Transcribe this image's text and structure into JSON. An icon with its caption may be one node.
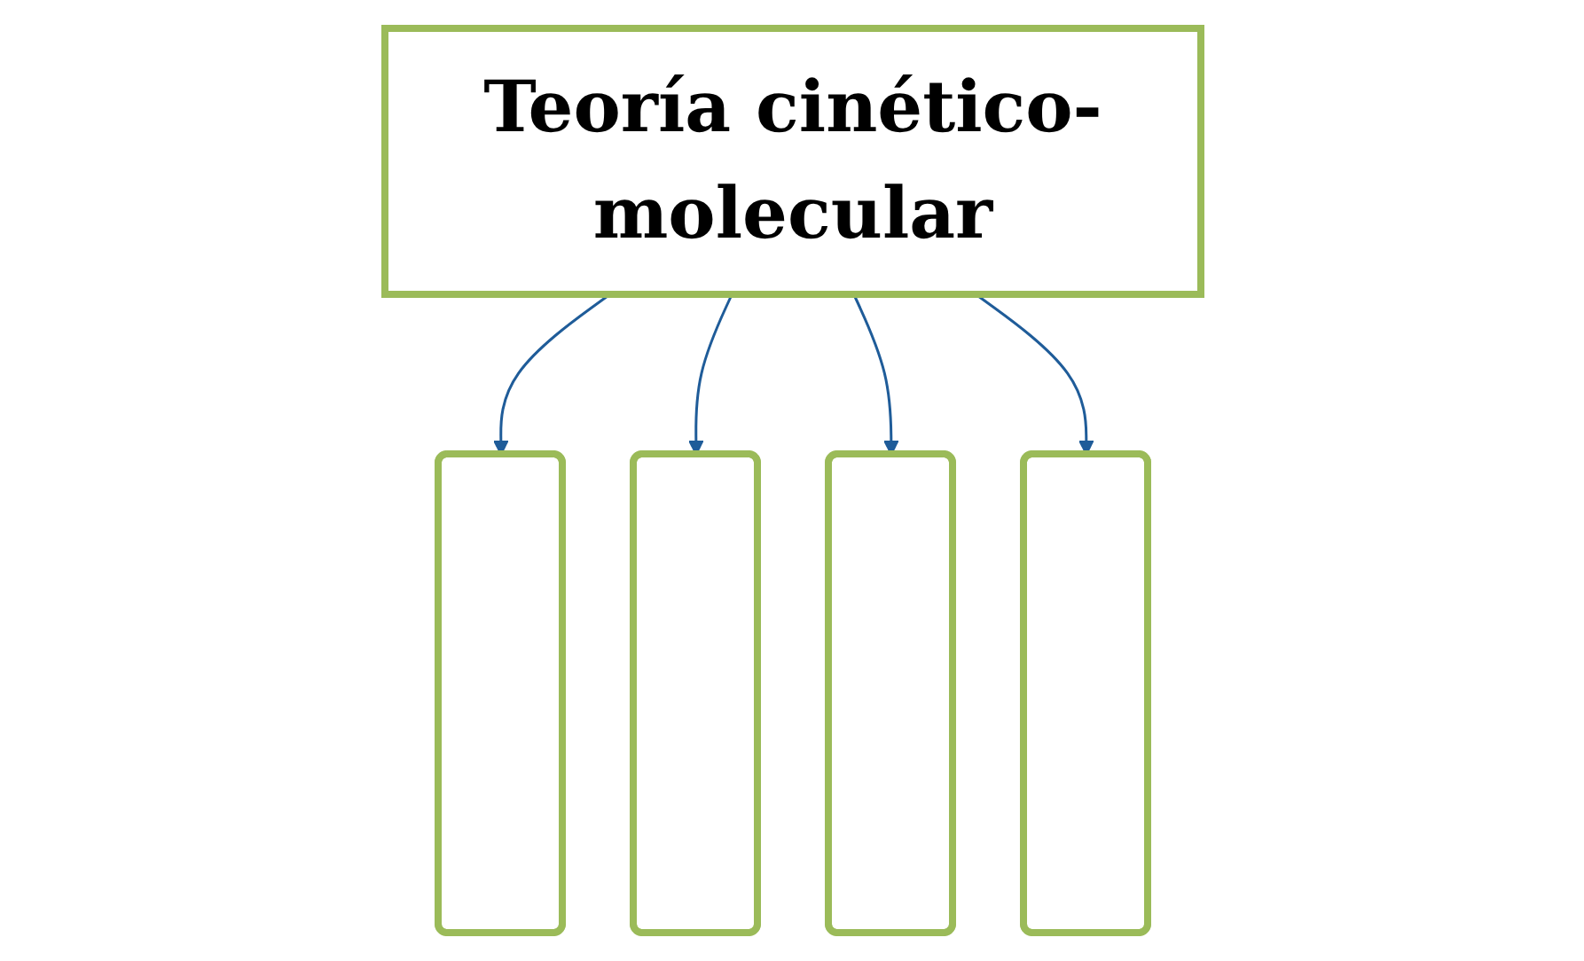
{
  "diagram": {
    "nodes": [
      {
        "text": [
          "Teoría cinético-molecular"
        ]
      },
      {
        "text": [],
        "shape": "box"
      },
      {
        "text": [],
        "shape": "box"
      },
      {
        "text": [],
        "shape": "box"
      },
      {
        "text": [],
        "shape": "box"
      }
    ],
    "edges": [
      {
        "from": 0,
        "to": 1,
        "arrow": "to"
      },
      {
        "from": 0,
        "to": 2,
        "arrow": "to"
      },
      {
        "from": 0,
        "to": 3,
        "arrow": "to"
      },
      {
        "from": 0,
        "to": 4,
        "arrow": "to"
      }
    ]
  }
}
